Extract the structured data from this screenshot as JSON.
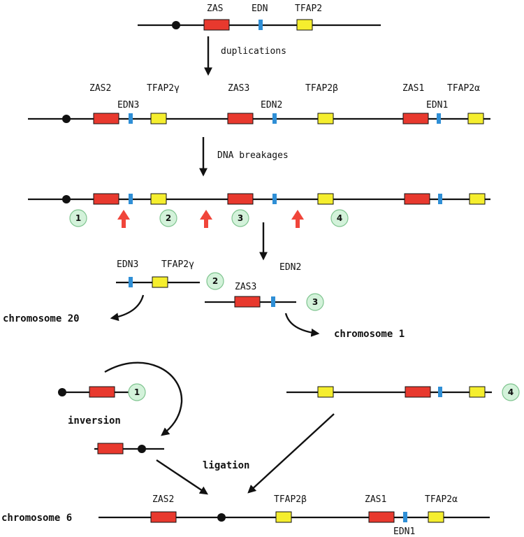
{
  "colors": {
    "zas": "#e8392e",
    "edn": "#2f8fd6",
    "tfap": "#f5ee2e",
    "circle": "#d3f2da",
    "break_arrow": "#f0453a"
  },
  "row1": {
    "zas": "ZAS",
    "edn": "EDN",
    "tfap": "TFAP2"
  },
  "steps": {
    "duplications": "duplications",
    "dna_breakages": "DNA breakages",
    "inversion": "inversion",
    "ligation": "ligation"
  },
  "row2": {
    "zas2": "ZAS2",
    "edn3": "EDN3",
    "tfap2g": "TFAP2γ",
    "zas3": "ZAS3",
    "edn2": "EDN2",
    "tfap2b": "TFAP2β",
    "zas1": "ZAS1",
    "edn1": "EDN1",
    "tfap2a": "TFAP2α"
  },
  "segments": [
    "1",
    "2",
    "3",
    "4"
  ],
  "fragments": {
    "frag2": {
      "edn": "EDN3",
      "tfap": "TFAP2γ",
      "destination": "chromosome 20"
    },
    "frag3": {
      "zas": "ZAS3",
      "edn": "EDN2",
      "destination": "chromosome 1"
    }
  },
  "final": {
    "chromosome": "chromosome 6",
    "zas2": "ZAS2",
    "tfap2b": "TFAP2β",
    "zas1": "ZAS1",
    "tfap2a": "TFAP2α",
    "edn1": "EDN1"
  }
}
